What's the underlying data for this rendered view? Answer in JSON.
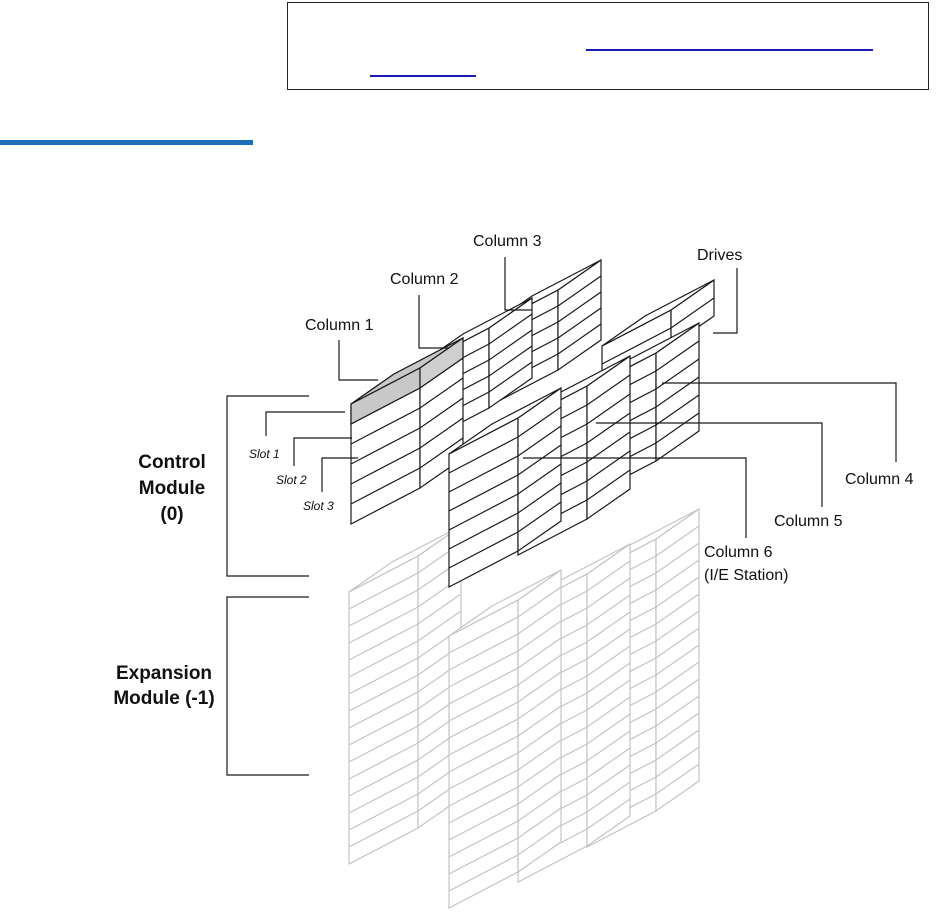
{
  "diagram": {
    "column_labels": [
      "Column 1",
      "Column 2",
      "Column 3",
      "Drives",
      "Column 4",
      "Column 5",
      "Column 6",
      "(I/E Station)"
    ],
    "slot_labels": [
      "Slot 1",
      "Slot 2",
      "Slot 3"
    ],
    "control_module": [
      "Control",
      "Module",
      "(0)"
    ],
    "expansion_module": [
      "Expansion",
      "Module (-1)"
    ]
  },
  "colors": {
    "highlight_slot": "#c8c8c8",
    "ghost_outline": "#c4c4c4",
    "section_rule": "#1d6fb8",
    "link": "#1a1ab0"
  }
}
